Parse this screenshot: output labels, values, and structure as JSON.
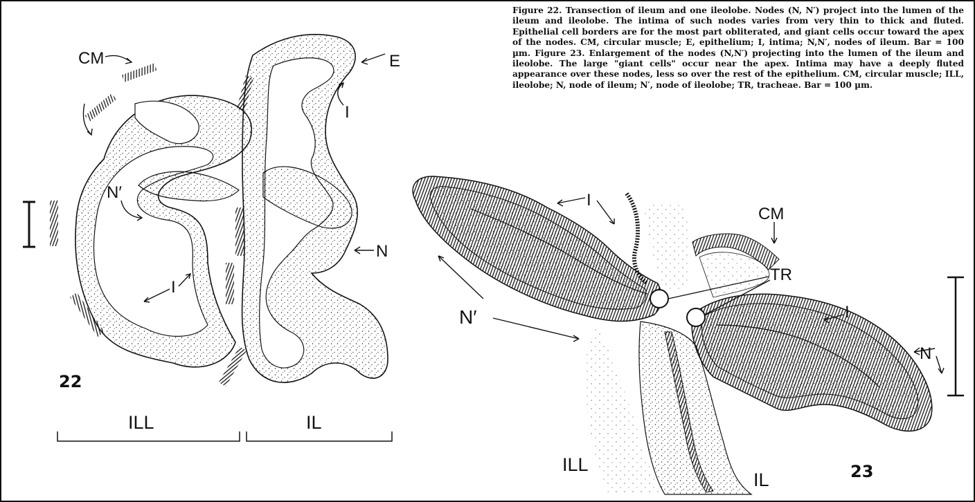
{
  "caption": "Figure 22. Transection of ileum and one ileolobe. Nodes (N, N′) project into the lumen of the ileum and ileolobe. The intima of such nodes varies from very thin to thick and fluted. Epithelial cell borders are for the most part obliterated, and giant cells occur toward the apex of the nodes. CM, circular muscle; E, epithelium; I, intima; N,N′, nodes of ileum. Bar = 100 µm. Figure 23. Enlargement of the nodes (N,N′) projecting into the lumen of the ileum and ileolobe. The large \"giant cells\" occur near the apex. Intima may have a deeply fluted appearance over these nodes, less so over the rest of the epithelium. CM, circular muscle; ILL, ileolobe; N, node of ileum; N′, node of ileolobe; TR, tracheae. Bar = 100 µm.",
  "fig22": {
    "number": "22",
    "labels": {
      "cm": "CM",
      "e": "E",
      "i_top": "I",
      "n_prime": "N′",
      "n": "N",
      "i_lower": "I",
      "scale_i": "I",
      "ill": "ILL",
      "il": "IL"
    }
  },
  "fig23": {
    "number": "23",
    "labels": {
      "i_top": "I",
      "cm": "CM",
      "tr": "TR",
      "n_prime": "N′",
      "i_right": "I",
      "n": "N",
      "ill": "ILL",
      "il": "IL"
    }
  }
}
